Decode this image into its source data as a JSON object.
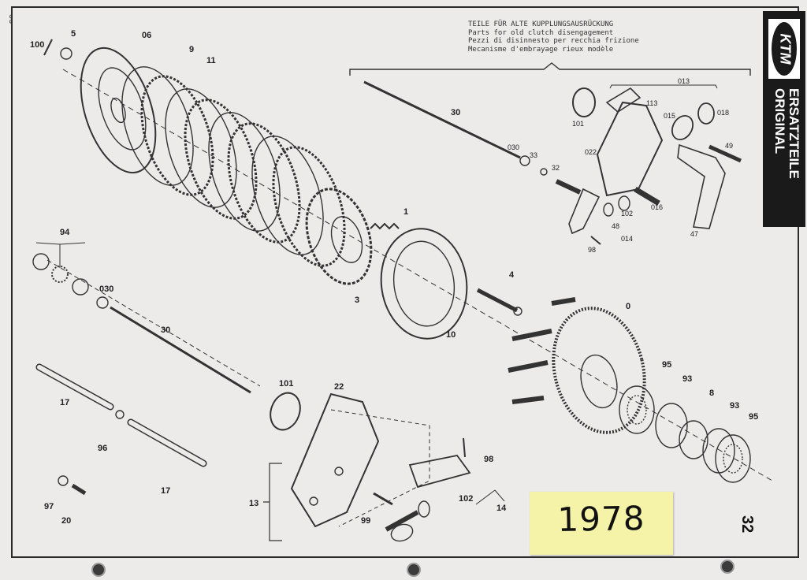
{
  "edge_number": "06",
  "page_number": "32",
  "brand": {
    "logo_text": "KTM",
    "line1": "ORIGINAL",
    "line2": "ERSATZTEILE"
  },
  "caption": [
    "TEILE FÜR ALTE KUPPLUNGSAUSRÜCKUNG",
    "Parts for old clutch disengagement",
    "Pezzi di disinnesto per recchia frizione",
    "Mecanisme d'embrayage rieux modèle"
  ],
  "sticky_note": "1978",
  "labels": {
    "p100": "100",
    "p5": "5",
    "p06": "06",
    "p9": "9",
    "p11": "11",
    "p1": "1",
    "p3": "3",
    "p10": "10",
    "p4": "4",
    "p0": "0",
    "p94": "94",
    "p030a": "030",
    "p30a": "30",
    "p17a": "17",
    "p96": "96",
    "p17b": "17",
    "p97": "97",
    "p20": "20",
    "p101a": "101",
    "p22": "22",
    "p13": "13",
    "p99": "99",
    "p102a": "102",
    "p98a": "98",
    "p14": "14",
    "p95a": "95",
    "p93a": "93",
    "p8": "8",
    "p93b": "93",
    "p95b": "95",
    "p30b": "30",
    "p030b": "030",
    "p33": "33",
    "p32": "32",
    "p101b": "101",
    "p113": "113",
    "p013": "013",
    "p015": "015",
    "p018": "018",
    "p022": "022",
    "p49": "49",
    "p102b": "102",
    "p016": "016",
    "p48": "48",
    "p014": "014",
    "p98b": "98",
    "p47": "47"
  }
}
